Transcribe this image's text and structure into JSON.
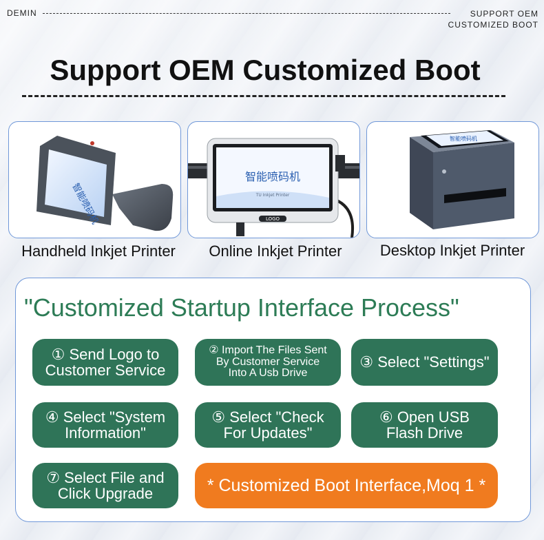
{
  "header": {
    "brand": "DEMIN",
    "top_right_line1": "SUPPORT OEM",
    "top_right_line2": "CUSTOMIZED BOOT"
  },
  "hero": {
    "title": "Support OEM Customized Boot"
  },
  "products": [
    {
      "label": "Handheld Inkjet Printer",
      "screen_text": "智能喷码机"
    },
    {
      "label": "Online Inkjet Printer",
      "screen_text": "智能喷码机",
      "screen_subtext": "TU Inkjet Printer",
      "bezel_text": "LOGO"
    },
    {
      "label": "Desktop Inkjet Printer",
      "screen_text": "智能喷码机"
    }
  ],
  "process": {
    "title": "\"Customized Startup Interface Process\"",
    "steps": [
      "① Send Logo to\nCustomer Service",
      "② Import The Files Sent\nBy Customer Service\nInto A Usb Drive",
      "③ Select \"Settings\"",
      "④ Select \"System\nInformation\"",
      "⑤ Select \"Check\nFor Updates\"",
      "⑥ Open USB\nFlash Drive",
      "⑦ Select File and\nClick Upgrade"
    ],
    "highlight": "* Customized Boot Interface,Moq 1 *"
  },
  "colors": {
    "step_green": "#2f7458",
    "highlight_orange": "#f07b1f",
    "title_green": "#2d7c56",
    "card_border": "#6f97d8"
  }
}
